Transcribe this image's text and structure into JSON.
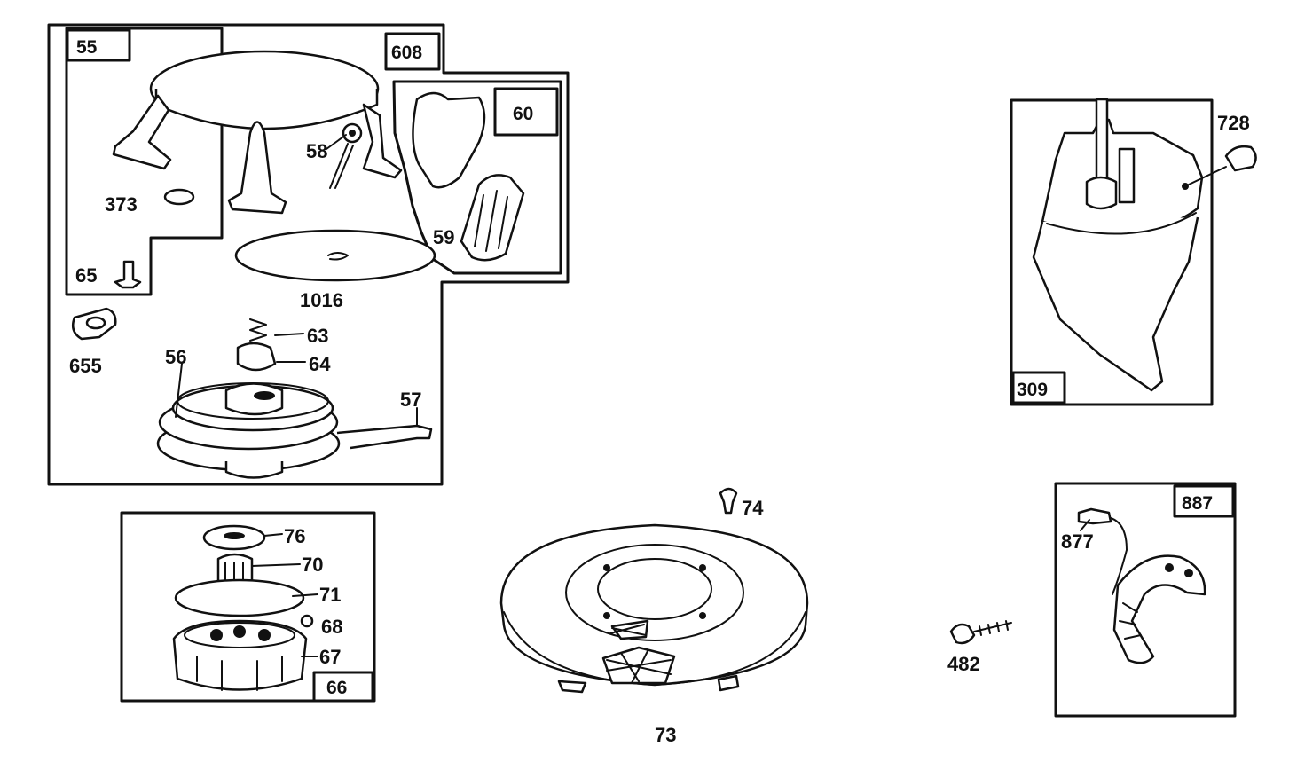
{
  "callouts": {
    "p55": "55",
    "p608": "608",
    "p60": "60",
    "p58": "58",
    "p373": "373",
    "p59": "59",
    "p65": "65",
    "p1016": "1016",
    "p655": "655",
    "p63": "63",
    "p64": "64",
    "p56": "56",
    "p57": "57",
    "p76": "76",
    "p70": "70",
    "p71": "71",
    "p68": "68",
    "p67": "67",
    "p66": "66",
    "p74": "74",
    "p73": "73",
    "p728": "728",
    "p309": "309",
    "p887": "887",
    "p877": "877",
    "p482": "482"
  }
}
